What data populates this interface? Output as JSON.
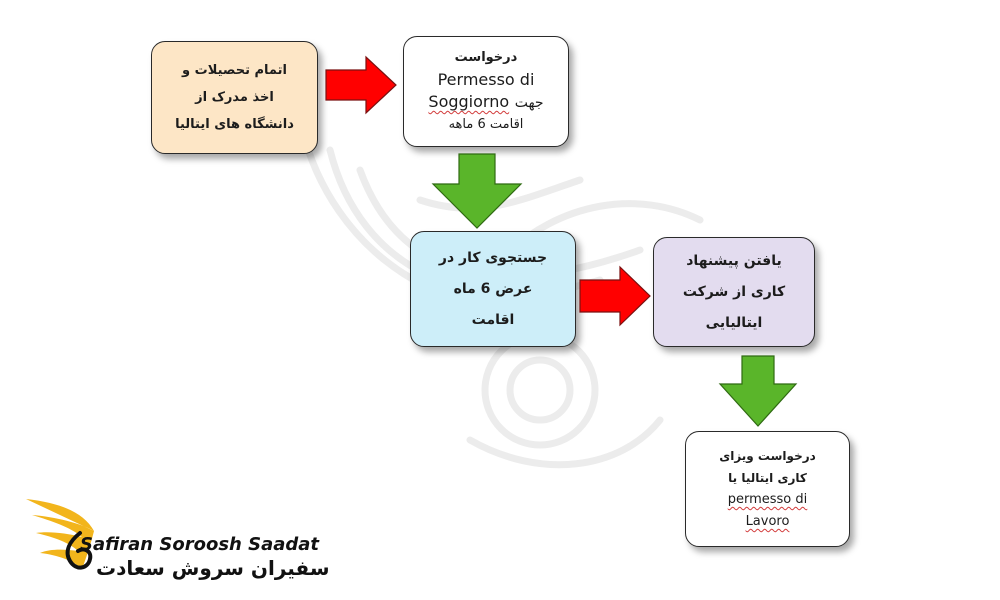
{
  "steps": {
    "finish_studies": {
      "lines": [
        "اتمام تحصیلات و",
        "اخذ مدرک از",
        "دانشگاه های ایتالیا"
      ]
    },
    "permesso_soggiorno": {
      "line1": "درخواست",
      "line2": "Permesso di",
      "line3_latin": "Soggiorno",
      "line3_fa": "جهت",
      "line4": "اقامت 6 ماهه"
    },
    "job_search": {
      "lines": [
        "جستجوی کار در",
        "عرض 6 ماه",
        "اقامت"
      ]
    },
    "job_offer": {
      "lines": [
        "یافتن پیشنهاد",
        "کاری از شرکت",
        "ایتالیایی"
      ]
    },
    "work_visa": {
      "line1": "درخواست ویزای",
      "line2": "کاری ایتالیا یا",
      "line3": "permesso di",
      "line4": "Lavoro"
    }
  },
  "colors": {
    "box_finish_studies": "#fde6c6",
    "box_permesso": "#ffffff",
    "box_job_search": "#cdeef9",
    "box_job_offer": "#e3dcef",
    "box_work_visa": "#ffffff",
    "arrow_right": "#ff0000",
    "arrow_down": "#5ab52a",
    "logo_gold": "#f2b51c"
  },
  "icons": {
    "arrow_right": "red-right-arrow-icon",
    "arrow_down": "green-down-arrow-icon",
    "logo": "golden-wing-logo-icon"
  },
  "logo": {
    "name_en": "Safiran Soroosh Saadat",
    "name_fa": "سفیران سروش سعادت"
  }
}
